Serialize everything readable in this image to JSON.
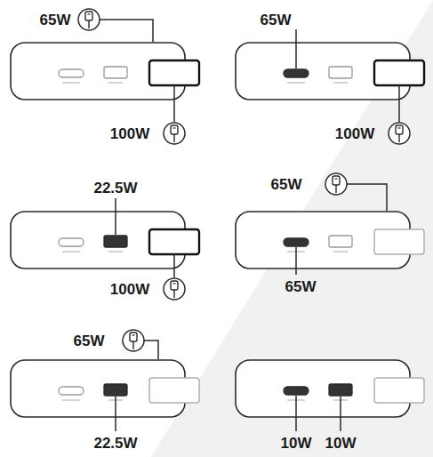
{
  "diagram": {
    "labels": [
      "65W",
      "100W",
      "65W",
      "100W",
      "22.5W",
      "100W",
      "65W",
      "65W",
      "65W",
      "22.5W",
      "10W",
      "10W"
    ]
  }
}
